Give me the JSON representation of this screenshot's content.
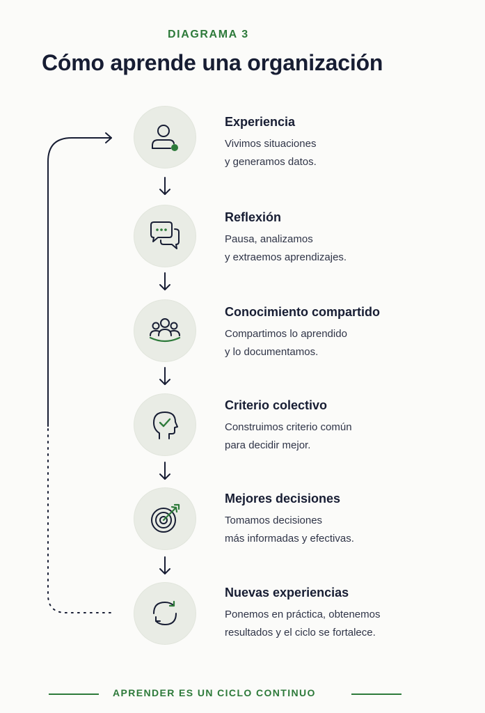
{
  "header": {
    "kicker": "DIAGRAMA 3",
    "title": "Cómo aprende una organización"
  },
  "colors": {
    "accent": "#2d7a3a",
    "ink": "#171d33",
    "circle": "#e9ece5"
  },
  "steps": [
    {
      "icon": "person-icon",
      "title": "Experiencia",
      "desc_line1": "Vivimos situaciones",
      "desc_line2": "y generamos datos."
    },
    {
      "icon": "chat-bubbles-icon",
      "title": "Reflexión",
      "desc_line1": "Pausa, analizamos",
      "desc_line2": "y extraemos aprendizajes."
    },
    {
      "icon": "group-icon",
      "title": "Conocimiento compartido",
      "desc_line1": "Compartimos lo aprendido",
      "desc_line2": "y lo documentamos."
    },
    {
      "icon": "head-check-icon",
      "title": "Criterio colectivo",
      "desc_line1": "Construimos criterio común",
      "desc_line2": "para decidir mejor."
    },
    {
      "icon": "target-arrow-icon",
      "title": "Mejores decisiones",
      "desc_line1": "Tomamos decisiones",
      "desc_line2": "más informadas y efectivas."
    },
    {
      "icon": "refresh-cycle-icon",
      "title": "Nuevas experiencias",
      "desc_line1": "Ponemos en práctica, obtenemos",
      "desc_line2": "resultados y el ciclo se fortalece."
    }
  ],
  "footer": {
    "text": "APRENDER ES UN CICLO CONTINUO"
  }
}
